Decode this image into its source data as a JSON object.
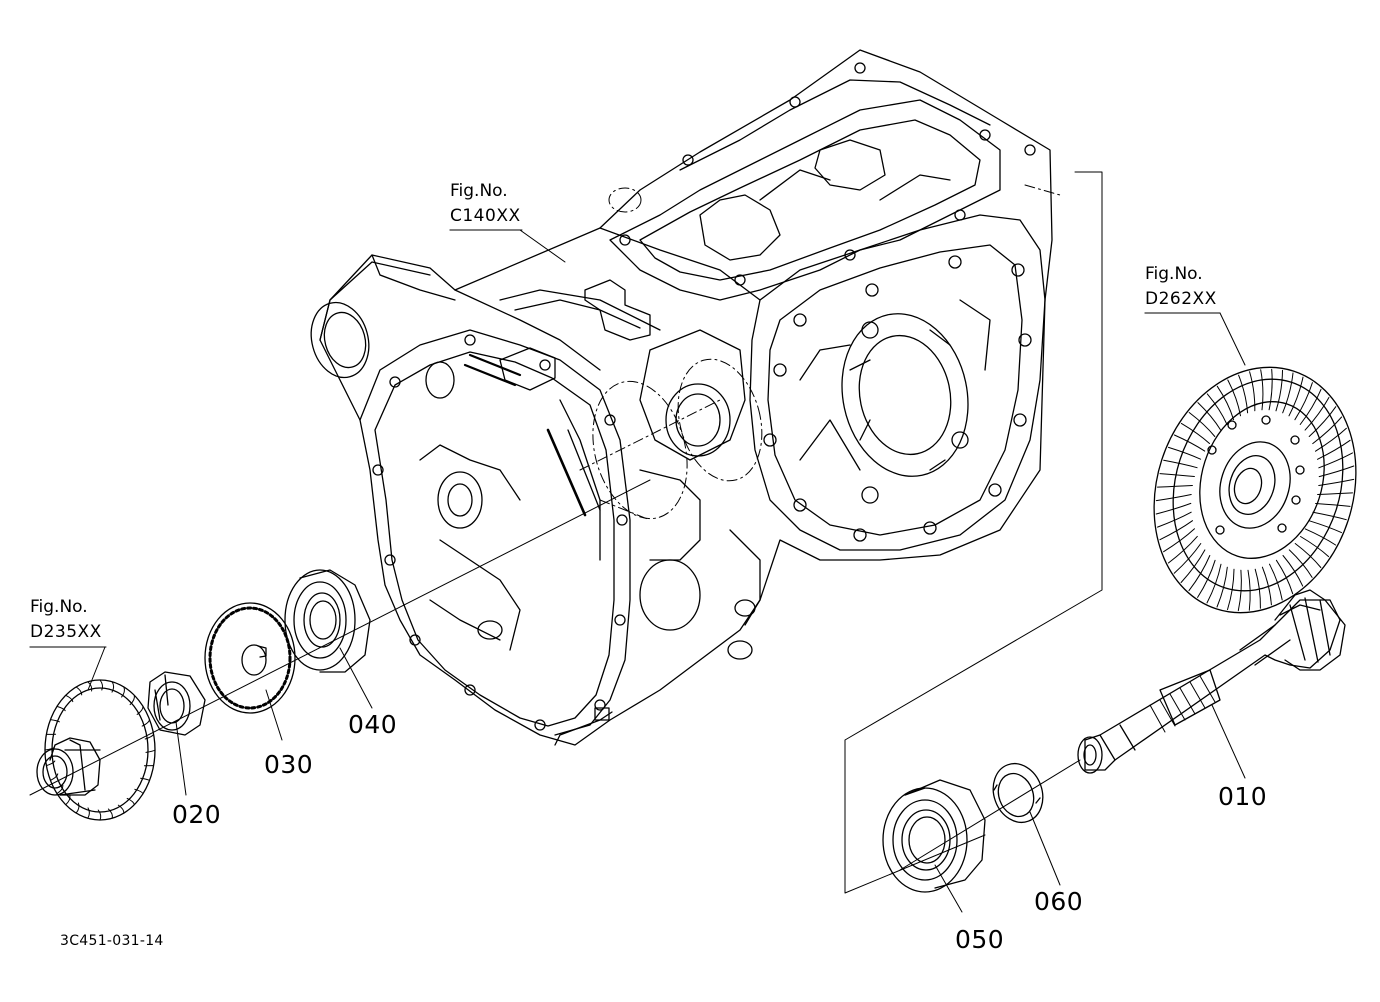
{
  "figure_refs": [
    {
      "id": "ref_c140",
      "caption": "Fig.No.",
      "code": "C140XX"
    },
    {
      "id": "ref_d262",
      "caption": "Fig.No.",
      "code": "D262XX"
    },
    {
      "id": "ref_d235",
      "caption": "Fig.No.",
      "code": "D235XX"
    }
  ],
  "parts": [
    {
      "no": "010",
      "kind": "bevel-pinion-shaft"
    },
    {
      "no": "020",
      "kind": "lock-nut"
    },
    {
      "no": "030",
      "kind": "sensor-ring"
    },
    {
      "no": "040",
      "kind": "ball-bearing"
    },
    {
      "no": "050",
      "kind": "ball-bearing"
    },
    {
      "no": "060",
      "kind": "shim-washer"
    }
  ],
  "document_id": "3C451-031-14"
}
